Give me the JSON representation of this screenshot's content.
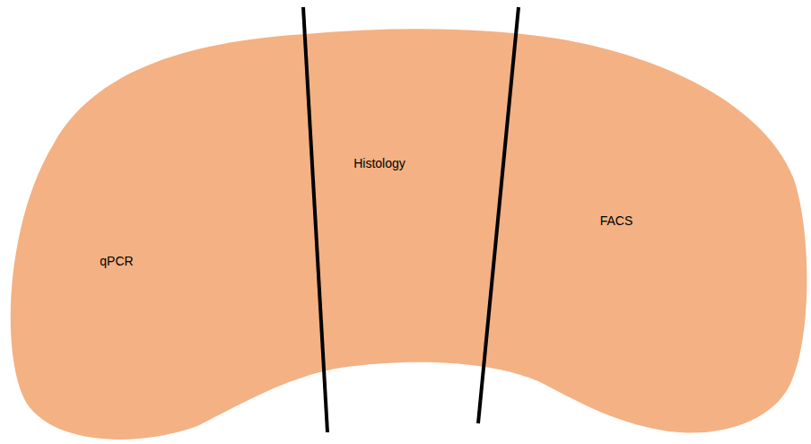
{
  "diagram": {
    "labels": [
      "qPCR",
      "Histology",
      "FACS"
    ]
  }
}
